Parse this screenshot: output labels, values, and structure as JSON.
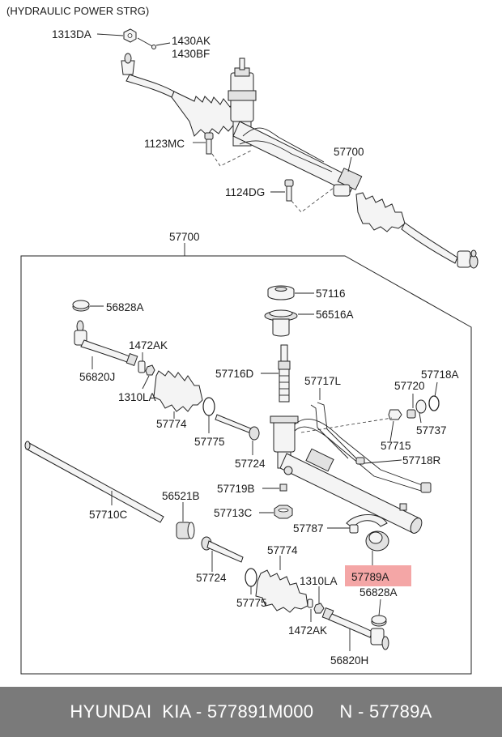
{
  "title": "(HYDRAULIC POWER STRG)",
  "highlight_color": "#f4a6a6",
  "footer": {
    "text": "HYUNDAI  KIA - 577891M000     N - 57789A"
  },
  "labels": {
    "l1313DA": "1313DA",
    "l1430AK": "1430AK",
    "l1430BF": "1430BF",
    "l1123MC": "1123MC",
    "l57700a": "57700",
    "l1124DG": "1124DG",
    "l57700b": "57700",
    "l57116": "57116",
    "l56828Aa": "56828A",
    "l56516A": "56516A",
    "l1472AKa": "1472AK",
    "l56820J": "56820J",
    "l1310LAa": "1310LA",
    "l57716D": "57716D",
    "l57717L": "57717L",
    "l57720": "57720",
    "l57718A": "57718A",
    "l57774a": "57774",
    "l57775a": "57775",
    "l57737": "57737",
    "l57715": "57715",
    "l57724a": "57724",
    "l57718R": "57718R",
    "l56521B": "56521B",
    "l57719B": "57719B",
    "l57710C": "57710C",
    "l57713C": "57713C",
    "l57787": "57787",
    "l57774b": "57774",
    "l57724b": "57724",
    "l1310LAb": "1310LA",
    "l57789A": "57789A",
    "l57775b": "57775",
    "l56828Ab": "56828A",
    "l1472AKb": "1472AK",
    "l56820H": "56820H"
  }
}
